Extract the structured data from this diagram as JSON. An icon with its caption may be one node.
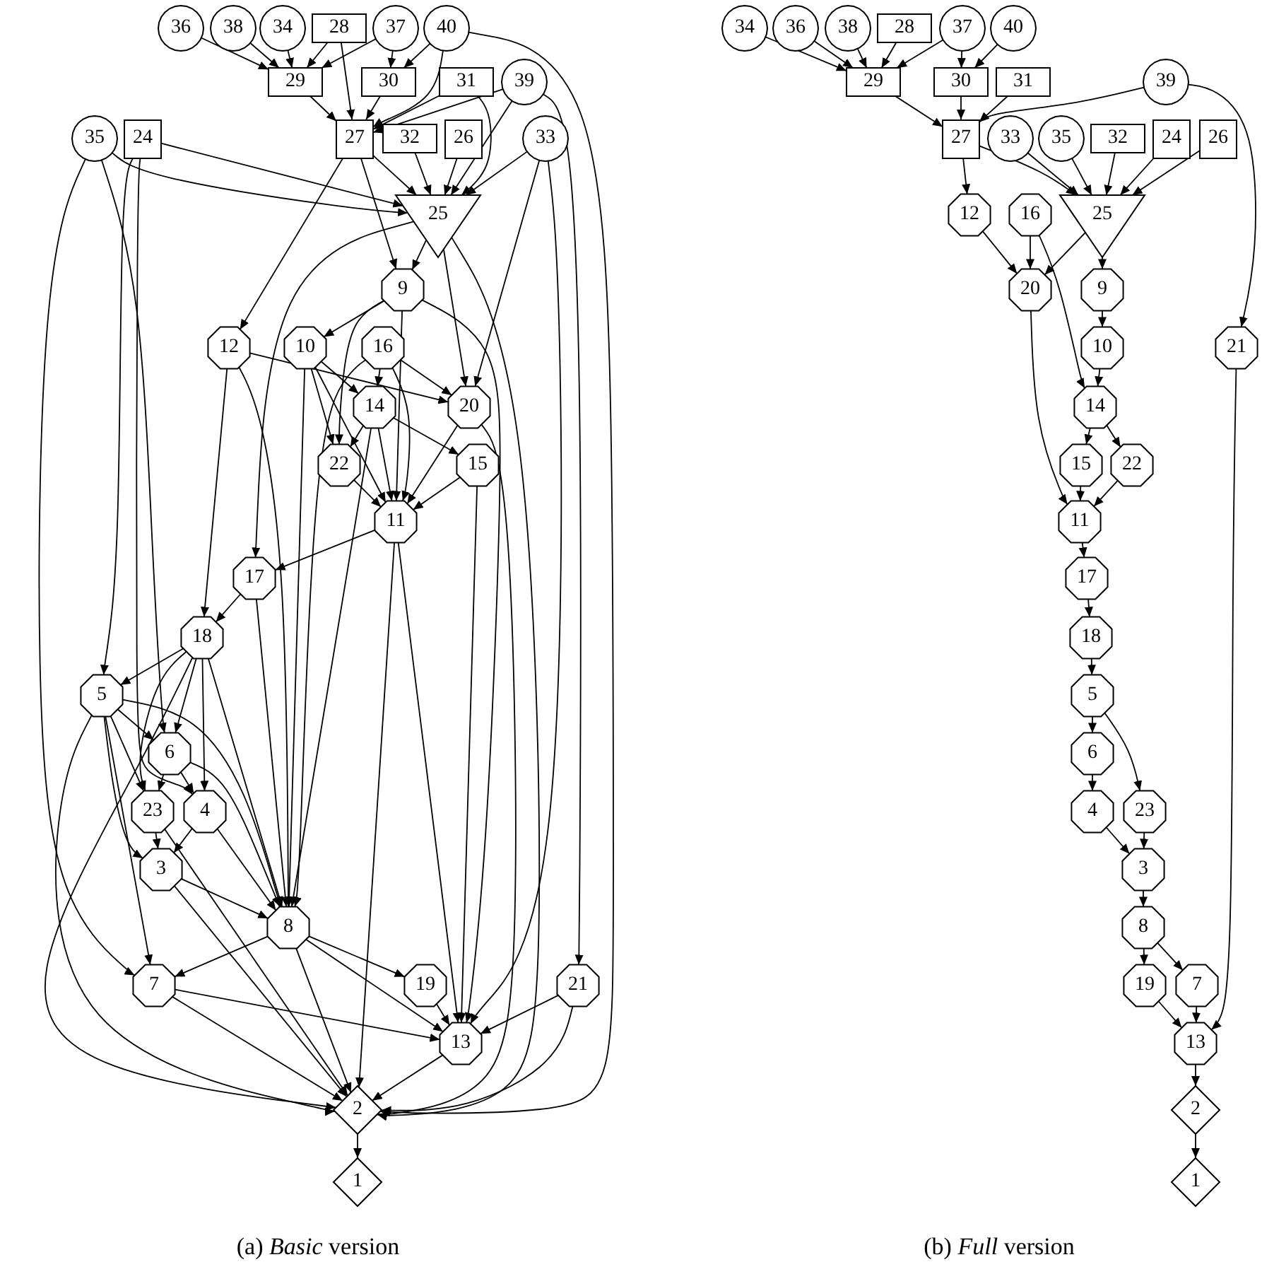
{
  "diagram": {
    "nodes": [
      {
        "text": [
          "36"
        ]
      },
      {
        "text": [
          "38"
        ]
      },
      {
        "text": [
          "34"
        ]
      },
      {
        "text": [
          "28"
        ]
      },
      {
        "text": [
          "37"
        ]
      },
      {
        "text": [
          "40"
        ]
      },
      {
        "text": [
          "29"
        ]
      },
      {
        "text": [
          "30"
        ]
      },
      {
        "text": [
          "31"
        ]
      },
      {
        "text": [
          "39"
        ]
      },
      {
        "text": [
          "35"
        ]
      },
      {
        "text": [
          "24"
        ]
      },
      {
        "text": [
          "27"
        ]
      },
      {
        "text": [
          "32"
        ]
      },
      {
        "text": [
          "26"
        ]
      },
      {
        "text": [
          "33"
        ]
      },
      {
        "text": [
          "25"
        ]
      },
      {
        "text": [
          "9"
        ]
      },
      {
        "text": [
          "12"
        ]
      },
      {
        "text": [
          "10"
        ]
      },
      {
        "text": [
          "16"
        ]
      },
      {
        "text": [
          "14"
        ]
      },
      {
        "text": [
          "20"
        ]
      },
      {
        "text": [
          "22"
        ]
      },
      {
        "text": [
          "15"
        ]
      },
      {
        "text": [
          "11"
        ]
      },
      {
        "text": [
          "17"
        ]
      },
      {
        "text": [
          "18"
        ]
      },
      {
        "text": [
          "5"
        ]
      },
      {
        "text": [
          "6"
        ]
      },
      {
        "text": [
          "23"
        ]
      },
      {
        "text": [
          "4"
        ]
      },
      {
        "text": [
          "3"
        ]
      },
      {
        "text": [
          "8"
        ]
      },
      {
        "text": [
          "7"
        ]
      },
      {
        "text": [
          "19"
        ]
      },
      {
        "text": [
          "21"
        ]
      },
      {
        "text": [
          "13"
        ]
      },
      {
        "text": [
          "2"
        ]
      },
      {
        "text": [
          "1"
        ]
      },
      {
        "text": [
          "34"
        ]
      },
      {
        "text": [
          "36"
        ]
      },
      {
        "text": [
          "38"
        ]
      },
      {
        "text": [
          "28"
        ]
      },
      {
        "text": [
          "37"
        ]
      },
      {
        "text": [
          "40"
        ]
      },
      {
        "text": [
          "29"
        ]
      },
      {
        "text": [
          "30"
        ]
      },
      {
        "text": [
          "31"
        ]
      },
      {
        "text": [
          "39"
        ]
      },
      {
        "text": [
          "27"
        ]
      },
      {
        "text": [
          "33"
        ]
      },
      {
        "text": [
          "35"
        ]
      },
      {
        "text": [
          "32"
        ]
      },
      {
        "text": [
          "24"
        ]
      },
      {
        "text": [
          "26"
        ]
      },
      {
        "text": [
          "12"
        ]
      },
      {
        "text": [
          "16"
        ]
      },
      {
        "text": [
          "25"
        ]
      },
      {
        "text": [
          "20"
        ]
      },
      {
        "text": [
          "9"
        ]
      },
      {
        "text": [
          "10"
        ]
      },
      {
        "text": [
          "21"
        ]
      },
      {
        "text": [
          "14"
        ]
      },
      {
        "text": [
          "15"
        ]
      },
      {
        "text": [
          "22"
        ]
      },
      {
        "text": [
          "11"
        ]
      },
      {
        "text": [
          "17"
        ]
      },
      {
        "text": [
          "18"
        ]
      },
      {
        "text": [
          "5"
        ]
      },
      {
        "text": [
          "6"
        ]
      },
      {
        "text": [
          "4"
        ]
      },
      {
        "text": [
          "23"
        ]
      },
      {
        "text": [
          "3"
        ]
      },
      {
        "text": [
          "8"
        ]
      },
      {
        "text": [
          "19"
        ]
      },
      {
        "text": [
          "7"
        ]
      },
      {
        "text": [
          "13"
        ]
      },
      {
        "text": [
          "2"
        ]
      },
      {
        "text": [
          "1"
        ]
      }
    ],
    "edges": [
      {
        "from": 0,
        "to": 6,
        "arrow": "to"
      },
      {
        "from": 1,
        "to": 6,
        "arrow": "to"
      },
      {
        "from": 2,
        "to": 6,
        "arrow": "to"
      },
      {
        "from": 3,
        "to": 6,
        "arrow": "to"
      },
      {
        "from": 4,
        "to": 6,
        "arrow": "to"
      },
      {
        "from": 3,
        "to": 12,
        "arrow": "to"
      },
      {
        "from": 4,
        "to": 7,
        "arrow": "to"
      },
      {
        "from": 5,
        "to": 7,
        "arrow": "to"
      },
      {
        "from": 5,
        "to": 12,
        "arrow": "to"
      },
      {
        "from": 5,
        "to": 38,
        "arrow": "to"
      },
      {
        "from": 6,
        "to": 12,
        "arrow": "to"
      },
      {
        "from": 7,
        "to": 12,
        "arrow": "to"
      },
      {
        "from": 8,
        "to": 12,
        "arrow": "to"
      },
      {
        "from": 8,
        "to": 16,
        "arrow": "to"
      },
      {
        "from": 9,
        "to": 12,
        "arrow": "to"
      },
      {
        "from": 9,
        "to": 16,
        "arrow": "to"
      },
      {
        "from": 9,
        "to": 36,
        "arrow": "to"
      },
      {
        "from": 10,
        "to": 16,
        "arrow": "to"
      },
      {
        "from": 10,
        "to": 34,
        "arrow": "to"
      },
      {
        "from": 10,
        "to": 29,
        "arrow": "to"
      },
      {
        "from": 11,
        "to": 16,
        "arrow": "to"
      },
      {
        "from": 11,
        "to": 28,
        "arrow": "to"
      },
      {
        "from": 11,
        "to": 31,
        "arrow": "to"
      },
      {
        "from": 12,
        "to": 16,
        "arrow": "to"
      },
      {
        "from": 12,
        "to": 18,
        "arrow": "to"
      },
      {
        "from": 12,
        "to": 17,
        "arrow": "to"
      },
      {
        "from": 13,
        "to": 16,
        "arrow": "to"
      },
      {
        "from": 14,
        "to": 16,
        "arrow": "to"
      },
      {
        "from": 15,
        "to": 16,
        "arrow": "to"
      },
      {
        "from": 15,
        "to": 22,
        "arrow": "to"
      },
      {
        "from": 15,
        "to": 37,
        "arrow": "to"
      },
      {
        "from": 16,
        "to": 17,
        "arrow": "to"
      },
      {
        "from": 16,
        "to": 22,
        "arrow": "to"
      },
      {
        "from": 16,
        "to": 26,
        "arrow": "to"
      },
      {
        "from": 16,
        "to": 38,
        "arrow": "to"
      },
      {
        "from": 17,
        "to": 19,
        "arrow": "to"
      },
      {
        "from": 17,
        "to": 23,
        "arrow": "to"
      },
      {
        "from": 17,
        "to": 25,
        "arrow": "to"
      },
      {
        "from": 17,
        "to": 37,
        "arrow": "to"
      },
      {
        "from": 18,
        "to": 22,
        "arrow": "to"
      },
      {
        "from": 18,
        "to": 27,
        "arrow": "to"
      },
      {
        "from": 18,
        "to": 33,
        "arrow": "to"
      },
      {
        "from": 19,
        "to": 21,
        "arrow": "to"
      },
      {
        "from": 19,
        "to": 23,
        "arrow": "to"
      },
      {
        "from": 19,
        "to": 25,
        "arrow": "to"
      },
      {
        "from": 19,
        "to": 33,
        "arrow": "to"
      },
      {
        "from": 20,
        "to": 21,
        "arrow": "to"
      },
      {
        "from": 20,
        "to": 22,
        "arrow": "to"
      },
      {
        "from": 20,
        "to": 25,
        "arrow": "to"
      },
      {
        "from": 20,
        "to": 33,
        "arrow": "to"
      },
      {
        "from": 21,
        "to": 23,
        "arrow": "to"
      },
      {
        "from": 21,
        "to": 25,
        "arrow": "to"
      },
      {
        "from": 21,
        "to": 24,
        "arrow": "to"
      },
      {
        "from": 21,
        "to": 33,
        "arrow": "to"
      },
      {
        "from": 22,
        "to": 25,
        "arrow": "to"
      },
      {
        "from": 22,
        "to": 38,
        "arrow": "to"
      },
      {
        "from": 23,
        "to": 25,
        "arrow": "to"
      },
      {
        "from": 24,
        "to": 25,
        "arrow": "to"
      },
      {
        "from": 24,
        "to": 37,
        "arrow": "to"
      },
      {
        "from": 25,
        "to": 26,
        "arrow": "to"
      },
      {
        "from": 25,
        "to": 38,
        "arrow": "to"
      },
      {
        "from": 25,
        "to": 37,
        "arrow": "to"
      },
      {
        "from": 26,
        "to": 33,
        "arrow": "to"
      },
      {
        "from": 26,
        "to": 27,
        "arrow": "to"
      },
      {
        "from": 27,
        "to": 28,
        "arrow": "to"
      },
      {
        "from": 27,
        "to": 29,
        "arrow": "to"
      },
      {
        "from": 27,
        "to": 31,
        "arrow": "to"
      },
      {
        "from": 27,
        "to": 33,
        "arrow": "to"
      },
      {
        "from": 27,
        "to": 30,
        "arrow": "to"
      },
      {
        "from": 27,
        "to": 38,
        "arrow": "to"
      },
      {
        "from": 28,
        "to": 29,
        "arrow": "to"
      },
      {
        "from": 28,
        "to": 30,
        "arrow": "to"
      },
      {
        "from": 28,
        "to": 32,
        "arrow": "to"
      },
      {
        "from": 28,
        "to": 34,
        "arrow": "to"
      },
      {
        "from": 28,
        "to": 33,
        "arrow": "to"
      },
      {
        "from": 28,
        "to": 38,
        "arrow": "to"
      },
      {
        "from": 29,
        "to": 31,
        "arrow": "to"
      },
      {
        "from": 29,
        "to": 30,
        "arrow": "to"
      },
      {
        "from": 29,
        "to": 33,
        "arrow": "to"
      },
      {
        "from": 30,
        "to": 32,
        "arrow": "to"
      },
      {
        "from": 30,
        "to": 38,
        "arrow": "to"
      },
      {
        "from": 31,
        "to": 32,
        "arrow": "to"
      },
      {
        "from": 31,
        "to": 33,
        "arrow": "to"
      },
      {
        "from": 32,
        "to": 33,
        "arrow": "to"
      },
      {
        "from": 32,
        "to": 38,
        "arrow": "to"
      },
      {
        "from": 33,
        "to": 34,
        "arrow": "to"
      },
      {
        "from": 33,
        "to": 35,
        "arrow": "to"
      },
      {
        "from": 33,
        "to": 37,
        "arrow": "to"
      },
      {
        "from": 33,
        "to": 38,
        "arrow": "to"
      },
      {
        "from": 34,
        "to": 37,
        "arrow": "to"
      },
      {
        "from": 34,
        "to": 38,
        "arrow": "to"
      },
      {
        "from": 35,
        "to": 37,
        "arrow": "to"
      },
      {
        "from": 36,
        "to": 37,
        "arrow": "to"
      },
      {
        "from": 36,
        "to": 38,
        "arrow": "to"
      },
      {
        "from": 37,
        "to": 38,
        "arrow": "to"
      },
      {
        "from": 38,
        "to": 39,
        "arrow": "to"
      },
      {
        "from": 40,
        "to": 46,
        "arrow": "to"
      },
      {
        "from": 41,
        "to": 46,
        "arrow": "to"
      },
      {
        "from": 42,
        "to": 46,
        "arrow": "to"
      },
      {
        "from": 43,
        "to": 46,
        "arrow": "to"
      },
      {
        "from": 44,
        "to": 46,
        "arrow": "to"
      },
      {
        "from": 44,
        "to": 47,
        "arrow": "to"
      },
      {
        "from": 45,
        "to": 47,
        "arrow": "to"
      },
      {
        "from": 46,
        "to": 50,
        "arrow": "to"
      },
      {
        "from": 47,
        "to": 50,
        "arrow": "to"
      },
      {
        "from": 48,
        "to": 50,
        "arrow": "to"
      },
      {
        "from": 49,
        "to": 50,
        "arrow": "to"
      },
      {
        "from": 49,
        "to": 62,
        "arrow": "to"
      },
      {
        "from": 50,
        "to": 56,
        "arrow": "to"
      },
      {
        "from": 50,
        "to": 58,
        "arrow": "to"
      },
      {
        "from": 51,
        "to": 58,
        "arrow": "to"
      },
      {
        "from": 52,
        "to": 58,
        "arrow": "to"
      },
      {
        "from": 53,
        "to": 58,
        "arrow": "to"
      },
      {
        "from": 54,
        "to": 58,
        "arrow": "to"
      },
      {
        "from": 55,
        "to": 58,
        "arrow": "to"
      },
      {
        "from": 56,
        "to": 59,
        "arrow": "to"
      },
      {
        "from": 57,
        "to": 59,
        "arrow": "to"
      },
      {
        "from": 58,
        "to": 59,
        "arrow": "to"
      },
      {
        "from": 57,
        "to": 63,
        "arrow": "to"
      },
      {
        "from": 58,
        "to": 60,
        "arrow": "to"
      },
      {
        "from": 60,
        "to": 61,
        "arrow": "to"
      },
      {
        "from": 61,
        "to": 63,
        "arrow": "to"
      },
      {
        "from": 63,
        "to": 64,
        "arrow": "to"
      },
      {
        "from": 63,
        "to": 65,
        "arrow": "to"
      },
      {
        "from": 59,
        "to": 66,
        "arrow": "to"
      },
      {
        "from": 64,
        "to": 66,
        "arrow": "to"
      },
      {
        "from": 65,
        "to": 66,
        "arrow": "to"
      },
      {
        "from": 66,
        "to": 67,
        "arrow": "to"
      },
      {
        "from": 67,
        "to": 68,
        "arrow": "to"
      },
      {
        "from": 68,
        "to": 69,
        "arrow": "to"
      },
      {
        "from": 69,
        "to": 70,
        "arrow": "to"
      },
      {
        "from": 69,
        "to": 72,
        "arrow": "to"
      },
      {
        "from": 70,
        "to": 71,
        "arrow": "to"
      },
      {
        "from": 71,
        "to": 73,
        "arrow": "to"
      },
      {
        "from": 72,
        "to": 73,
        "arrow": "to"
      },
      {
        "from": 73,
        "to": 74,
        "arrow": "to"
      },
      {
        "from": 74,
        "to": 75,
        "arrow": "to"
      },
      {
        "from": 74,
        "to": 76,
        "arrow": "to"
      },
      {
        "from": 75,
        "to": 77,
        "arrow": "to"
      },
      {
        "from": 76,
        "to": 77,
        "arrow": "to"
      },
      {
        "from": 62,
        "to": 77,
        "arrow": "to"
      },
      {
        "from": 77,
        "to": 78,
        "arrow": "to"
      },
      {
        "from": 78,
        "to": 79,
        "arrow": "to"
      }
    ],
    "labels": [
      "(a) *Basic* version",
      "(b) *Full* version"
    ]
  }
}
